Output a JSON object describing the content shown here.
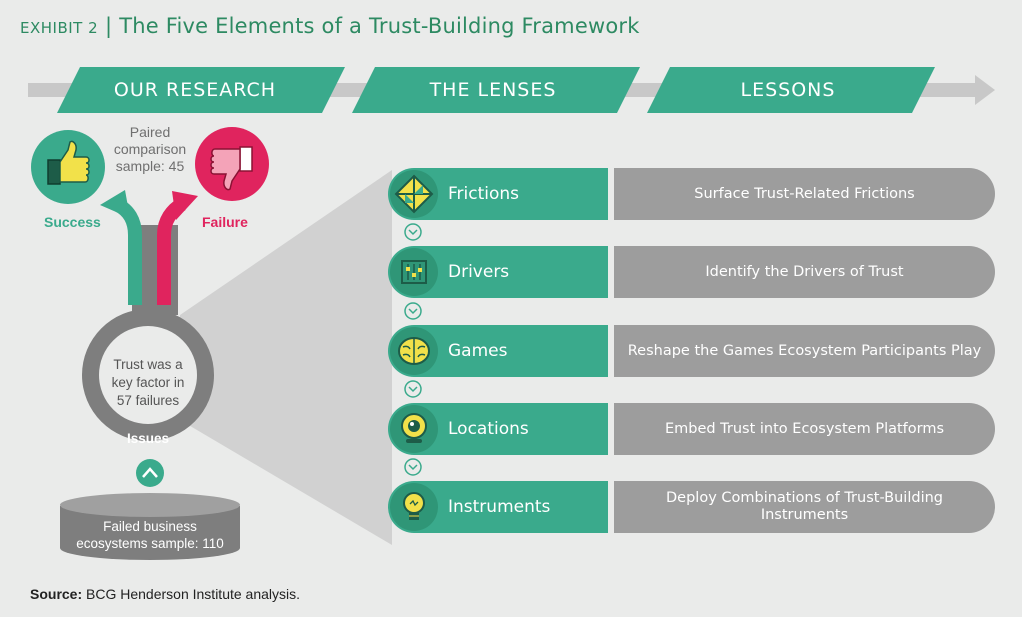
{
  "title": {
    "exhibit": "Exhibit 2",
    "separator": "|",
    "text": "The Five Elements of a Trust-Building Framework"
  },
  "banners": [
    "OUR RESEARCH",
    "THE LENSES",
    "LESSONS"
  ],
  "research": {
    "paired_sample": "Paired comparison sample: 45",
    "paired_lines": [
      "Paired",
      "comparison",
      "sample: 45"
    ],
    "success_label": "Success",
    "failure_label": "Failure",
    "issues_lines": [
      "Trust was a",
      "key factor in",
      "57 failures"
    ],
    "issues_label": "Issues",
    "failed_lines": [
      "Failed business",
      "ecosystems sample: 110"
    ]
  },
  "lenses": [
    {
      "name": "Frictions",
      "icon": "frictions-icon",
      "lesson": "Surface Trust-Related Frictions"
    },
    {
      "name": "Drivers",
      "icon": "sliders-icon",
      "lesson": "Identify the Drivers of Trust"
    },
    {
      "name": "Games",
      "icon": "brain-icon",
      "lesson": "Reshape the Games Ecosystem Participants Play"
    },
    {
      "name": "Locations",
      "icon": "webcam-icon",
      "lesson": "Embed Trust into Ecosystem Platforms"
    },
    {
      "name": "Instruments",
      "icon": "lightbulb-icon",
      "lesson_lines": [
        "Deploy Combinations of Trust-Building",
        "Instruments"
      ]
    }
  ],
  "source": {
    "label": "Source:",
    "text": "BCG Henderson Institute analysis."
  },
  "colors": {
    "teal": "#3aaa8c",
    "teal_dark": "#2f9677",
    "success_green": "#3aaa8c",
    "failure_red": "#e0245e",
    "lesson_gray": "#9d9d9d",
    "title_green": "#2d8a62"
  }
}
